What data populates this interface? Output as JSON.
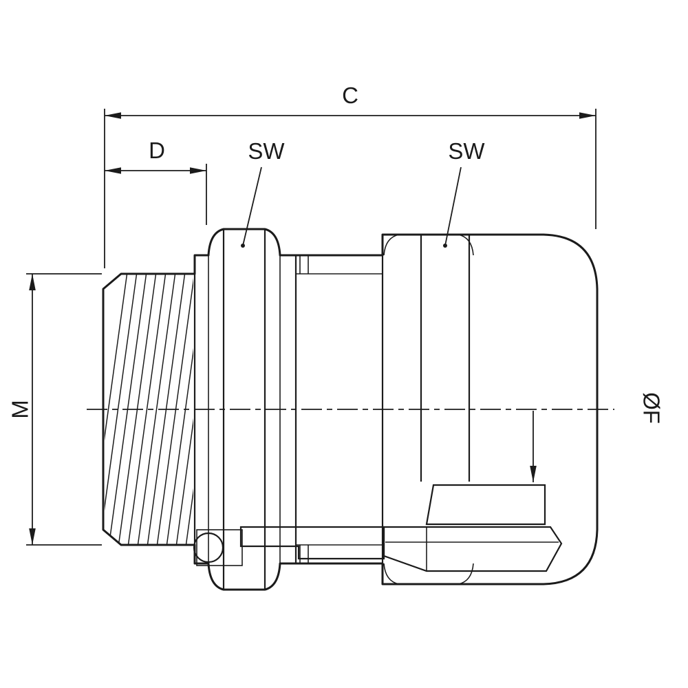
{
  "drawing": {
    "type": "technical-drawing",
    "subject": "cable-gland-cross-section",
    "labels": {
      "overall_length": "C",
      "thread_length": "D",
      "wrench_flats_body": "SW",
      "wrench_flats_cap": "SW",
      "thread_size": "M",
      "inner_diameter": "ØF"
    },
    "colors": {
      "line": "#1b1b1b",
      "body_fill": "#e7e7e7",
      "seal_fill": "#9c9c9c",
      "oring_fill": "#8f8f8f",
      "background": "#ffffff"
    }
  }
}
